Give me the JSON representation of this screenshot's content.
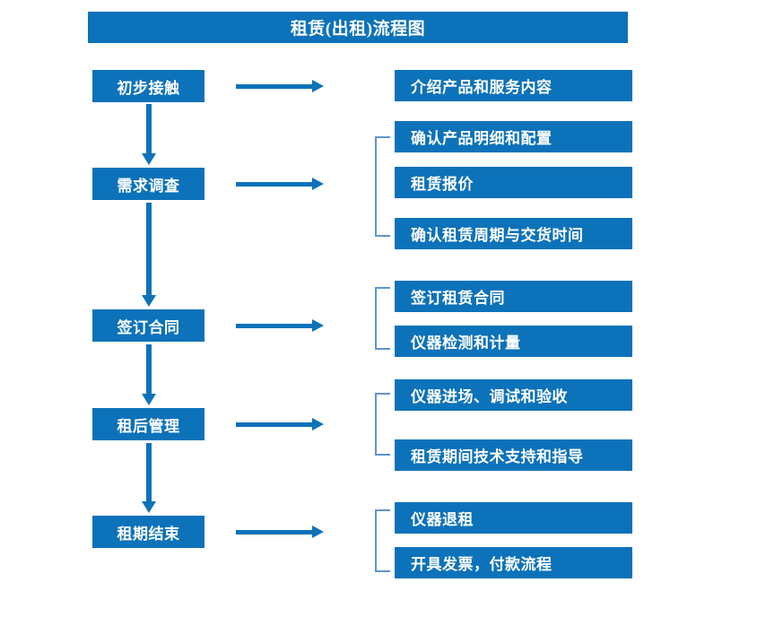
{
  "title": "租赁(出租)流程图",
  "colors": {
    "box_fill": "#0c72ba",
    "box_text": "#ffffff",
    "arrow": "#0c72ba",
    "bracket": "#5f95c9",
    "background": "#ffffff"
  },
  "stages": [
    {
      "label": "初步接触"
    },
    {
      "label": "需求调查"
    },
    {
      "label": "签订合同"
    },
    {
      "label": "租后管理"
    },
    {
      "label": "租期结束"
    }
  ],
  "details": [
    {
      "label": "介绍产品和服务内容"
    },
    {
      "label": "确认产品明细和配置"
    },
    {
      "label": "租赁报价"
    },
    {
      "label": "确认租赁周期与交货时间"
    },
    {
      "label": "签订租赁合同"
    },
    {
      "label": "仪器检测和计量"
    },
    {
      "label": "仪器进场、调试和验收"
    },
    {
      "label": "租赁期间技术支持和指导"
    },
    {
      "label": "仪器退租"
    },
    {
      "label": "开具发票，付款流程"
    }
  ]
}
